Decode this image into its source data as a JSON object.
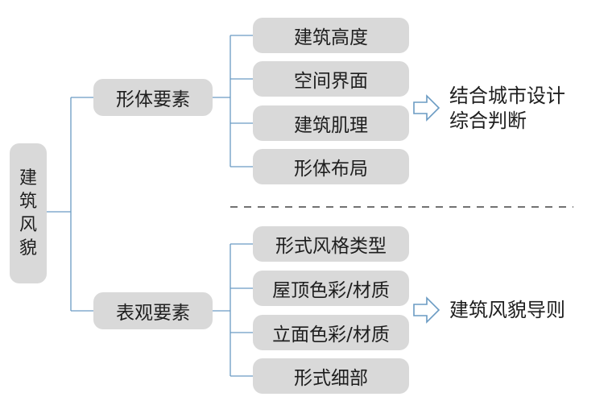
{
  "root": {
    "chars": [
      "建",
      "筑",
      "风",
      "貌"
    ]
  },
  "groups": [
    {
      "label": "形体要素",
      "items": [
        "建筑高度",
        "空间界面",
        "建筑肌理",
        "形体布局"
      ],
      "result": [
        "结合城市设计",
        "综合判断"
      ]
    },
    {
      "label": "表观要素",
      "items": [
        "形式风格类型",
        "屋顶色彩/材质",
        "立面色彩/材质",
        "形式细部"
      ],
      "result": [
        "建筑风貌导则"
      ]
    }
  ],
  "colors": {
    "box_fill": "#d9d9d9",
    "line": "#6a9bc3",
    "arrow": "#6a9bc3",
    "divider": "#444444"
  }
}
